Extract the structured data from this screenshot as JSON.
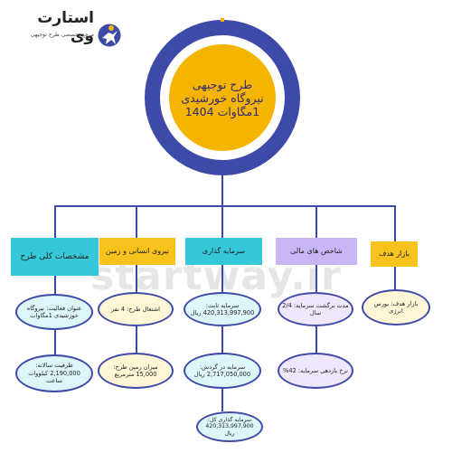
{
  "logo": {
    "title": "استارت وی",
    "subtitle": "مرجع تخصصی طرح توجیهی"
  },
  "watermark": "startway.ir",
  "center": {
    "title": "طرح توجیهی\nنیروگاه خورشیدی\n1مگاوات 1404"
  },
  "categories": [
    {
      "label": "بازار هدف",
      "color": "#f6c21b"
    },
    {
      "label": "شاخص های مالی",
      "color": "#c9b6f5"
    },
    {
      "label": "سرمایه گذاری",
      "color": "#34c8d8"
    },
    {
      "label": "نیروی انسانی و زمین",
      "color": "#f6c21b"
    },
    {
      "label": "مشخصات کلی طرح",
      "color": "#34c8d8"
    }
  ],
  "items": {
    "market": [
      "بازار هدف: بورس انرژی"
    ],
    "financial": [
      "مدت برگشت سرمایه: 2/4 سال",
      "نرخ بازدهی سرمایه: 42%"
    ],
    "investment": [
      "سرمایه ثابت: 420,313,997,900 ریال",
      "سرمایه در گردش: 2,717,050,000 ریال",
      "سرمایه گذاری کل: 420,313,997,900 ریال"
    ],
    "workforce": [
      "اشتغال طرح: 4 نفر",
      "میزان زمین طرح: 15,000 مترمربع"
    ],
    "general": [
      "عنوان فعالیت: نیروگاه خورشیدی 1مگاوات",
      "ظرفیت سالانه: 2,190,000 کیلووات ساعت"
    ]
  },
  "colors": {
    "line": "#3d4aa8",
    "ring": "#3d4aa8",
    "core": "#f5b400",
    "oval_fill": "#fff6d6"
  }
}
